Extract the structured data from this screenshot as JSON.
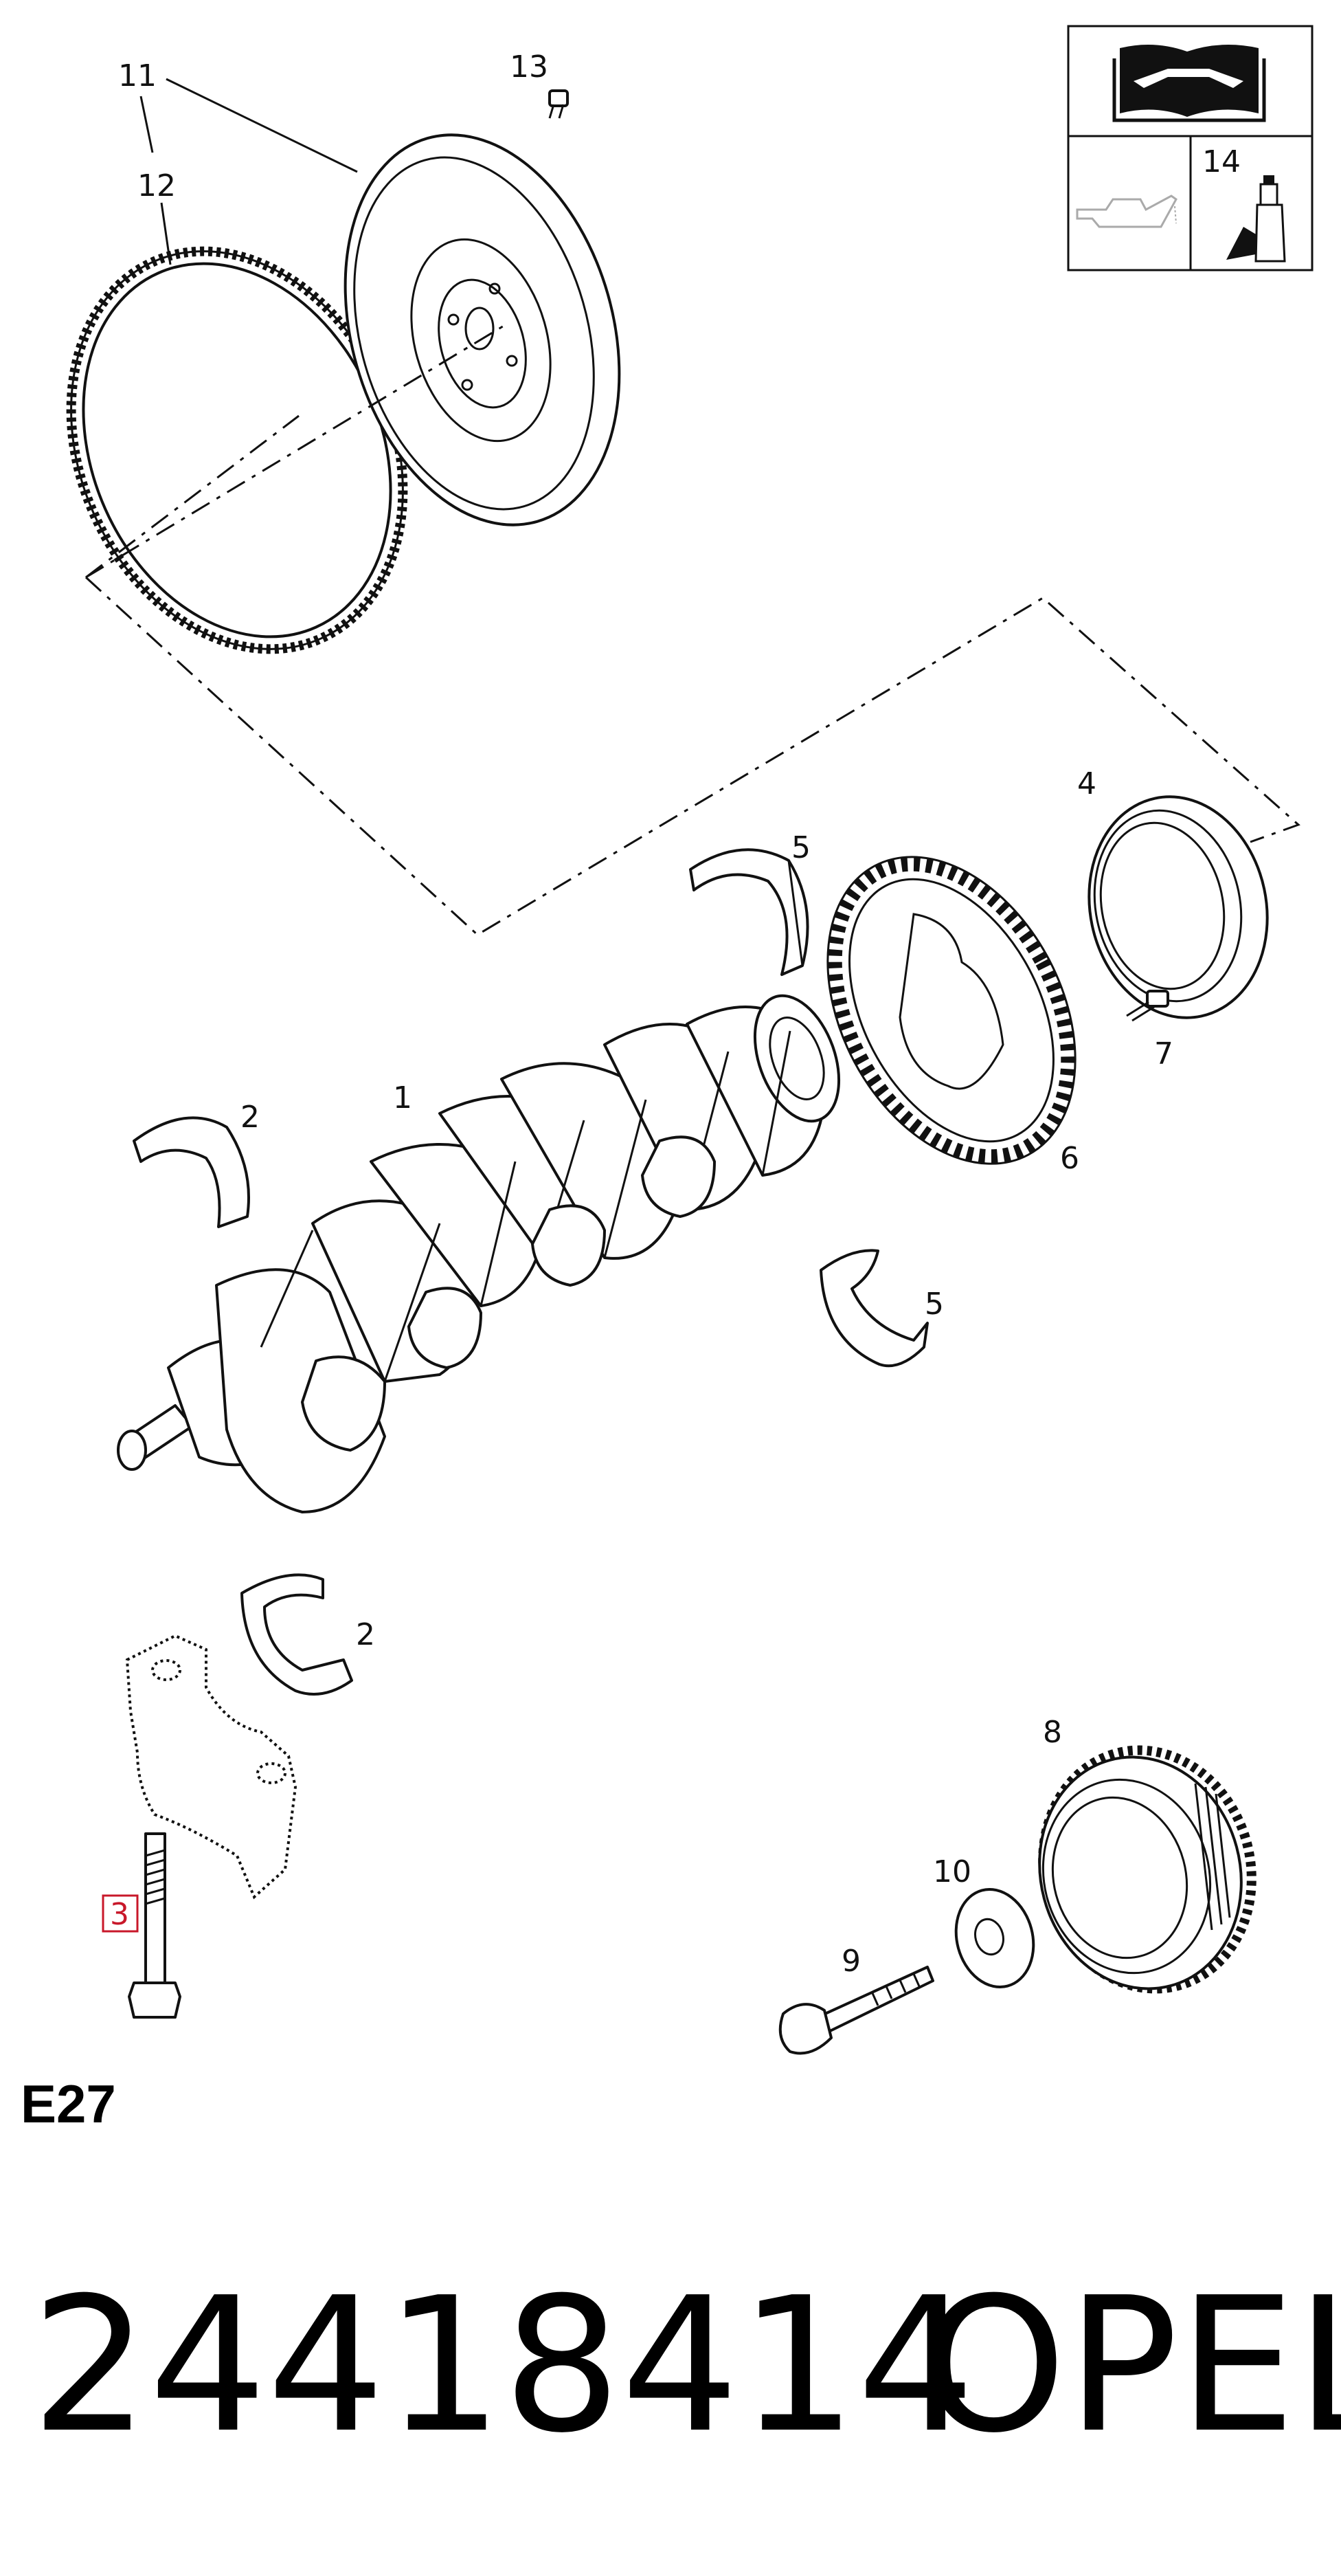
{
  "callouts": {
    "c1": "1",
    "c2a": "2",
    "c2b": "2",
    "c3": "3",
    "c4": "4",
    "c5a": "5",
    "c5b": "5",
    "c6": "6",
    "c7": "7",
    "c8": "8",
    "c9": "9",
    "c10": "10",
    "c11": "11",
    "c12": "12",
    "c13": "13",
    "c14": "14"
  },
  "highlighted_callout": "3",
  "section_code": "E27",
  "part_number": "24418414",
  "brand": "OPEL",
  "colors": {
    "highlight": "#c8182a",
    "line": "#111111",
    "background": "#ffffff"
  },
  "icons": [
    "manual-book-wrench-icon",
    "oil-can-icon",
    "sealant-tube-icon"
  ]
}
